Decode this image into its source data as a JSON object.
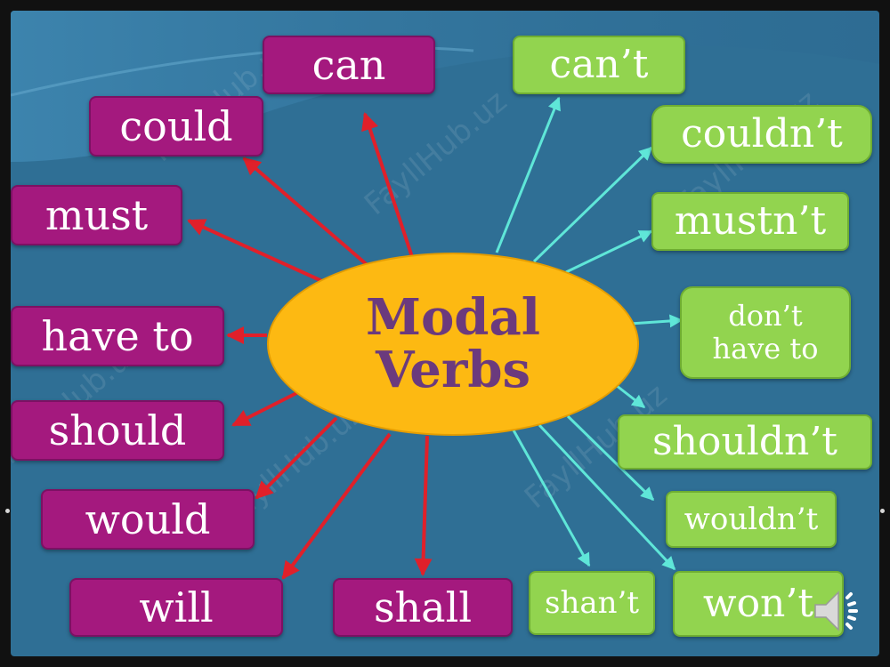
{
  "diagram": {
    "center": {
      "line1": "Modal",
      "line2": "Verbs"
    },
    "positive": [
      "can",
      "could",
      "must",
      "have to",
      "should",
      "would",
      "will",
      "shall"
    ],
    "negative": [
      "can’t",
      "couldn’t",
      "mustn’t",
      "don’t",
      "have to",
      "shouldn’t",
      "wouldn’t",
      "shan’t",
      "won’t"
    ]
  },
  "watermark": "FayllHub.uz",
  "icons": {
    "speaker": "speaker-icon"
  },
  "colors": {
    "background": "#2f6f95",
    "positive_box": "#a4197e",
    "negative_box": "#92d44f",
    "center": "#fdb912",
    "center_text": "#6b3a7d",
    "positive_arrow": "#e0202a",
    "negative_arrow": "#5fe6d8"
  }
}
